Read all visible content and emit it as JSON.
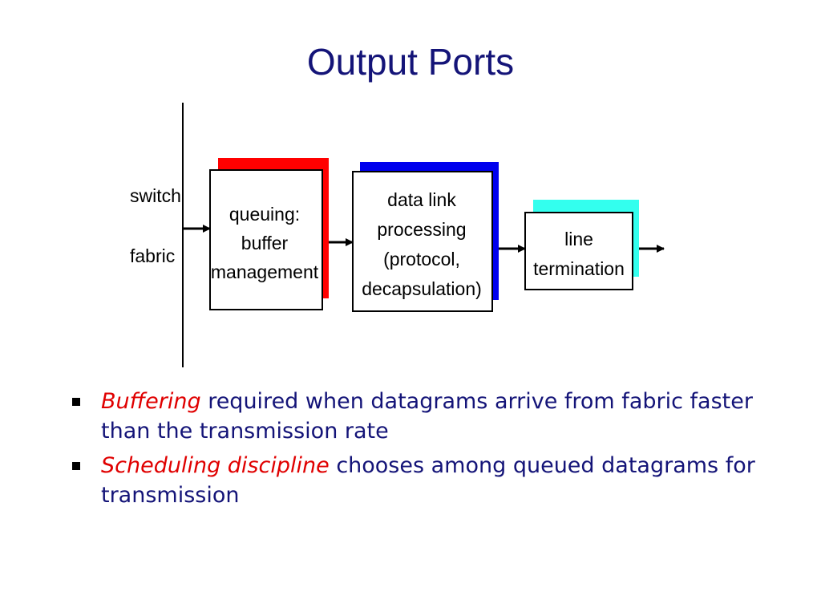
{
  "title": "Output Ports",
  "diagram": {
    "side_label": [
      "switch",
      "fabric"
    ],
    "blocks": [
      {
        "lines": [
          "queuing:",
          "buffer",
          "management"
        ],
        "shadow_color": "#ff0000"
      },
      {
        "lines": [
          "data link",
          "processing",
          "(protocol,",
          "decapsulation)"
        ],
        "shadow_color": "#0000ee"
      },
      {
        "lines": [
          "line",
          "termination"
        ],
        "shadow_color": "#33ffee"
      }
    ]
  },
  "bullets": [
    {
      "emphasis": "Buffering",
      "text": "required when datagrams arrive from fabric faster than the transmission rate"
    },
    {
      "emphasis": "Scheduling discipline",
      "text": "chooses among queued datagrams for transmission"
    }
  ]
}
